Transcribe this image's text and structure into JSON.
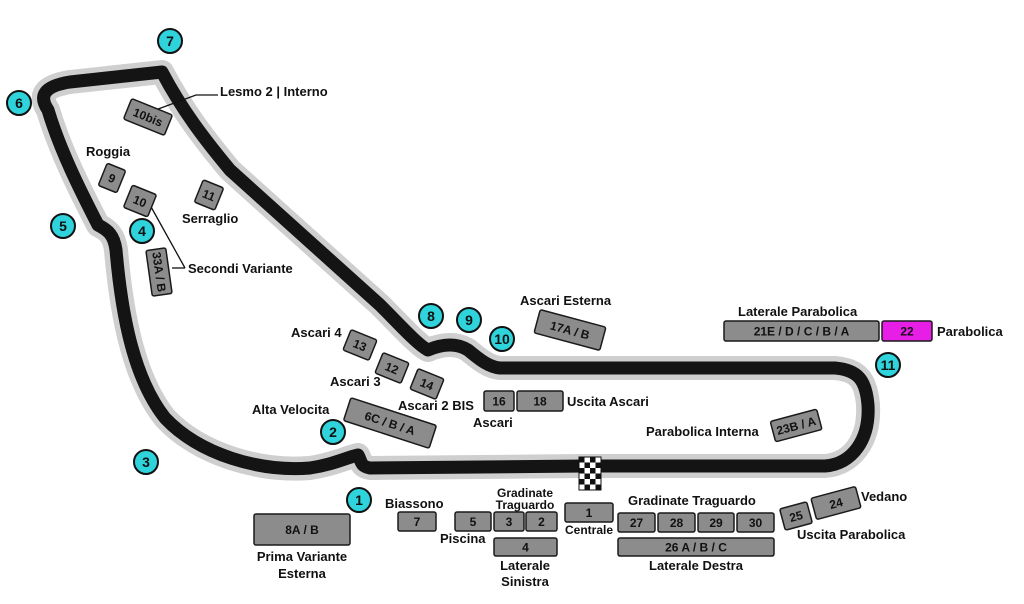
{
  "colors": {
    "track": "#141414",
    "track_outline": "#cfcfcf",
    "zone_fill": "#8c8c8c",
    "zone_highlight": "#e61ee6",
    "turn_marker": "#2fd3db"
  },
  "icons": {
    "start_finish": "checkered-flag-icon"
  },
  "turns": [
    "1",
    "2",
    "3",
    "4",
    "5",
    "6",
    "7",
    "8",
    "9",
    "10",
    "11"
  ],
  "zones": {
    "z10bis": "10bis",
    "z9": "9",
    "z10": "10",
    "z11": "11",
    "z33": "33A / B",
    "z13": "13",
    "z12": "12",
    "z14": "14",
    "z6c": "6C / B / A",
    "z17a": "17A / B",
    "z16": "16",
    "z18": "18",
    "z21e": "21E / D / C / B / A",
    "z22": "22",
    "z23b": "23B / A",
    "z8a": "8A / B",
    "z7": "7",
    "z5": "5",
    "z3": "3",
    "z2": "2",
    "z4": "4",
    "z1": "1",
    "z27": "27",
    "z28": "28",
    "z29": "29",
    "z30": "30",
    "z26": "26 A / B / C",
    "z25": "25",
    "z24": "24"
  },
  "labels": {
    "lesmo": "Lesmo 2 | Interno",
    "roggia": "Roggia",
    "serraglio": "Serraglio",
    "secondi": "Secondi Variante",
    "ascari4": "Ascari 4",
    "ascari3": "Ascari 3",
    "ascari2bis": "Ascari 2 BIS",
    "alta": "Alta Velocita",
    "ascari": "Ascari",
    "uscita_ascari": "Uscita Ascari",
    "ascari_esterna": "Ascari Esterna",
    "laterale_parabolica": "Laterale Parabolica",
    "parabolica": "Parabolica",
    "parabolica_interna": "Parabolica Interna",
    "vedano": "Vedano",
    "uscita_parabolica": "Uscita Parabolica",
    "biassono": "Biassono",
    "gradinate_1": "Gradinate",
    "gradinate_2": "Traguardo",
    "gradinate_traguardo": "Gradinate Traguardo",
    "centrale": "Centrale",
    "piscina": "Piscina",
    "laterale_sinistra_1": "Laterale",
    "laterale_sinistra_2": "Sinistra",
    "laterale_destra": "Laterale Destra",
    "prima_1": "Prima Variante",
    "prima_2": "Esterna"
  }
}
